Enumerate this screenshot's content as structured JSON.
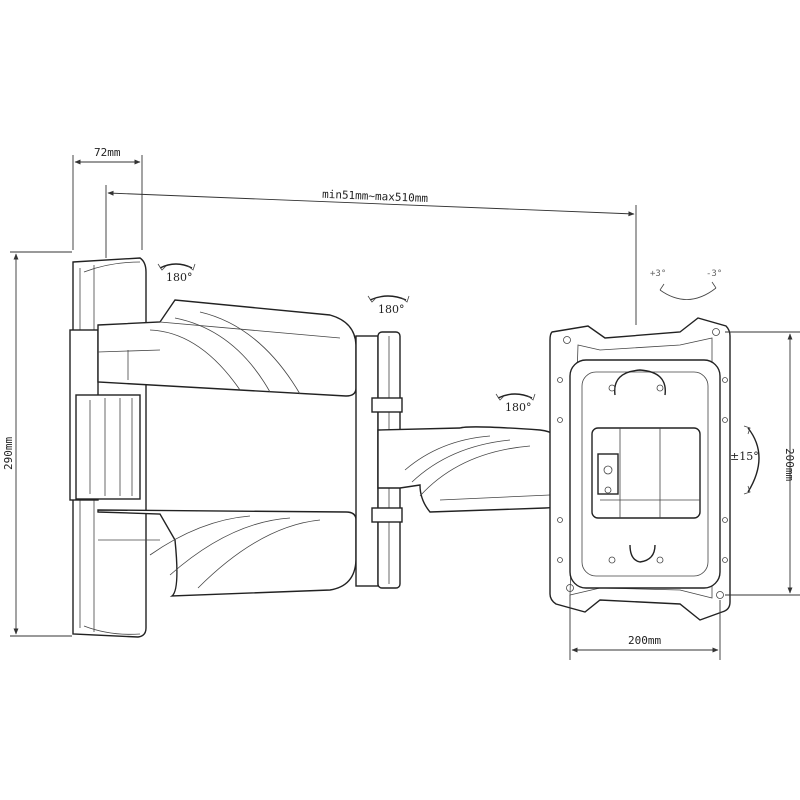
{
  "dimensions": {
    "base_depth": "72mm",
    "extension": "min51mm~max510mm",
    "height": "290mm",
    "vesa_horizontal": "200mm",
    "vesa_vertical": "200mm"
  },
  "rotations": {
    "wall_joint": "180°",
    "middle_joint": "180°",
    "head_joint": "180°",
    "tilt": "±15°",
    "level_plus": "+3°",
    "level_minus": "-3°"
  },
  "colors": {
    "line": "#222222",
    "background": "#ffffff"
  }
}
